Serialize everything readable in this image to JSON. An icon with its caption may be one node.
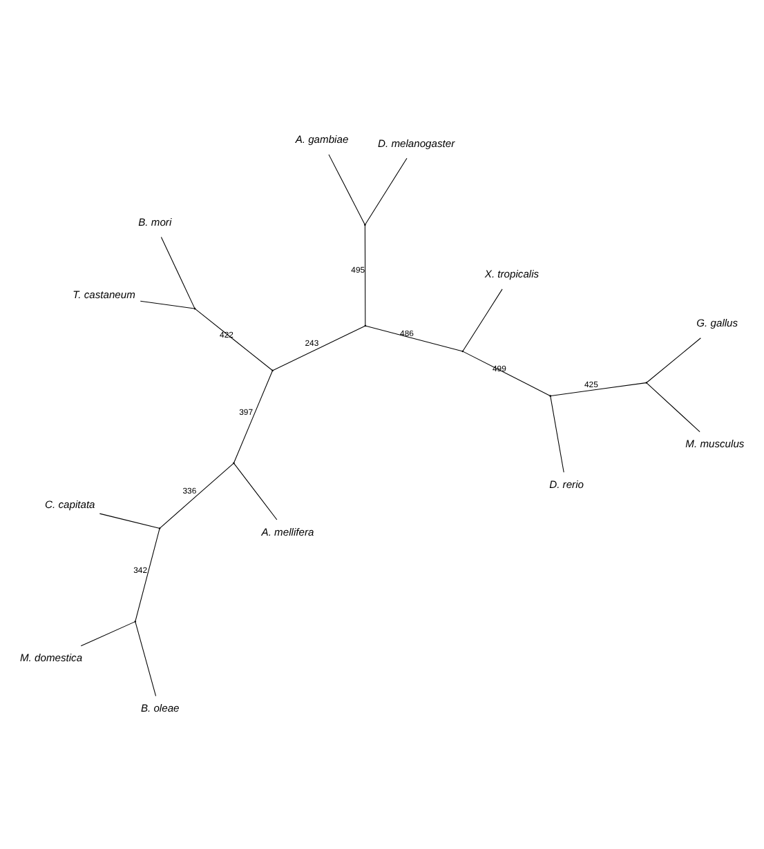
{
  "diagram": {
    "nodes": [
      {
        "text": [
          "M. musculus"
        ]
      },
      {
        "text": [
          "G. gallus"
        ]
      },
      {
        "text": [
          "D. rerio"
        ]
      },
      {
        "text": [
          "A. gambiae"
        ]
      },
      {
        "text": [
          "D. melanogaster"
        ]
      },
      {
        "text": [
          "X. tropicalis"
        ]
      },
      {
        "text": [
          "B. mori"
        ]
      },
      {
        "text": [
          "T. castaneum"
        ]
      },
      {
        "text": [
          "M. domestica"
        ]
      },
      {
        "text": [
          "A. mellifera"
        ]
      },
      {
        "text": [
          "B. oleae"
        ]
      },
      {
        "text": [
          "C. capitata"
        ]
      },
      {
        "text": [],
        "shape": "point"
      },
      {
        "text": [],
        "shape": "point"
      },
      {
        "text": [],
        "shape": "point"
      },
      {
        "text": [],
        "shape": "point"
      },
      {
        "text": [],
        "shape": "point"
      },
      {
        "text": [],
        "shape": "point"
      },
      {
        "text": [],
        "shape": "point"
      },
      {
        "text": [],
        "shape": "point"
      },
      {
        "text": [],
        "shape": "point"
      },
      {
        "text": [],
        "shape": "point"
      }
    ],
    "edges": [
      {
        "from": 12,
        "to": 0,
        "arrow": "none"
      },
      {
        "from": 12,
        "to": 1,
        "arrow": "none"
      },
      {
        "from": 12,
        "to": 13,
        "arrow": "none",
        "label": "425"
      },
      {
        "from": 13,
        "to": 2,
        "arrow": "none"
      },
      {
        "from": 13,
        "to": 15,
        "arrow": "none",
        "label": "499"
      },
      {
        "from": 15,
        "to": 5,
        "arrow": "none"
      },
      {
        "from": 15,
        "to": 16,
        "arrow": "none",
        "label": "486"
      },
      {
        "from": 16,
        "to": 14,
        "arrow": "none",
        "label": "495"
      },
      {
        "from": 14,
        "to": 3,
        "arrow": "none"
      },
      {
        "from": 14,
        "to": 4,
        "arrow": "none"
      },
      {
        "from": 16,
        "to": 17,
        "arrow": "none",
        "label": "243"
      },
      {
        "from": 17,
        "to": 18,
        "arrow": "none",
        "label": "422"
      },
      {
        "from": 18,
        "to": 6,
        "arrow": "none"
      },
      {
        "from": 18,
        "to": 7,
        "arrow": "none"
      },
      {
        "from": 17,
        "to": 19,
        "arrow": "none",
        "label": "397"
      },
      {
        "from": 19,
        "to": 9,
        "arrow": "none"
      },
      {
        "from": 19,
        "to": 20,
        "arrow": "none",
        "label": "336"
      },
      {
        "from": 20,
        "to": 11,
        "arrow": "none"
      },
      {
        "from": 20,
        "to": 21,
        "arrow": "none",
        "label": "342"
      },
      {
        "from": 21,
        "to": 8,
        "arrow": "none"
      },
      {
        "from": 21,
        "to": 10,
        "arrow": "none"
      }
    ]
  }
}
